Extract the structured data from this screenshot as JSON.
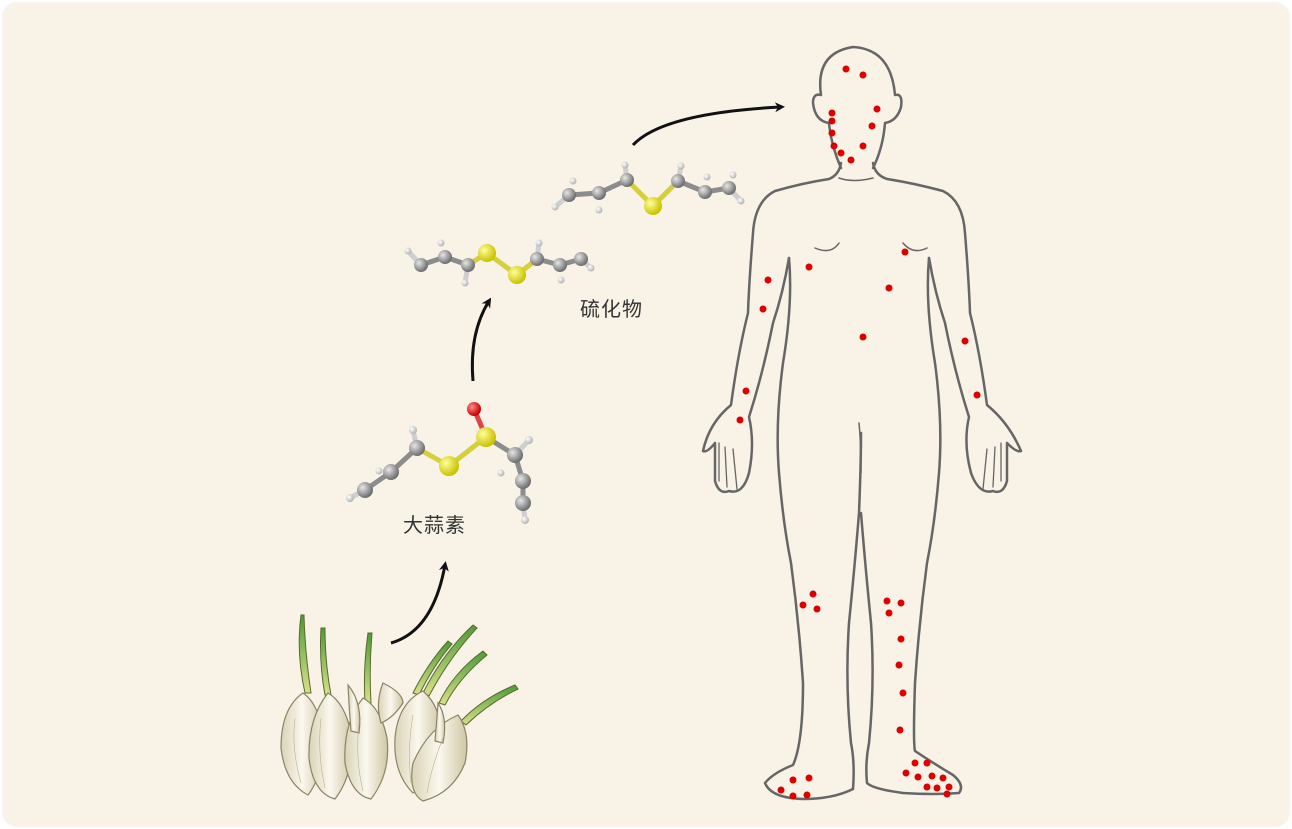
{
  "labels": {
    "allicin": "大蒜素",
    "sulfides": "硫化物"
  },
  "colors": {
    "background": "#f8f2e7",
    "carbon": "#8c8c8c",
    "sulfur": "#e6e620",
    "oxygen": "#e00000",
    "hydrogen": "#f2f2f2",
    "body_outline": "#666666",
    "red_dot": "#dd0000",
    "arrow": "#111111"
  },
  "icons": [
    "garlic-bulbs-illustration",
    "allicin-molecule",
    "diallyl-disulfide-molecule",
    "diallyl-sulfide-molecule",
    "human-body-outline",
    "curved-arrow"
  ]
}
